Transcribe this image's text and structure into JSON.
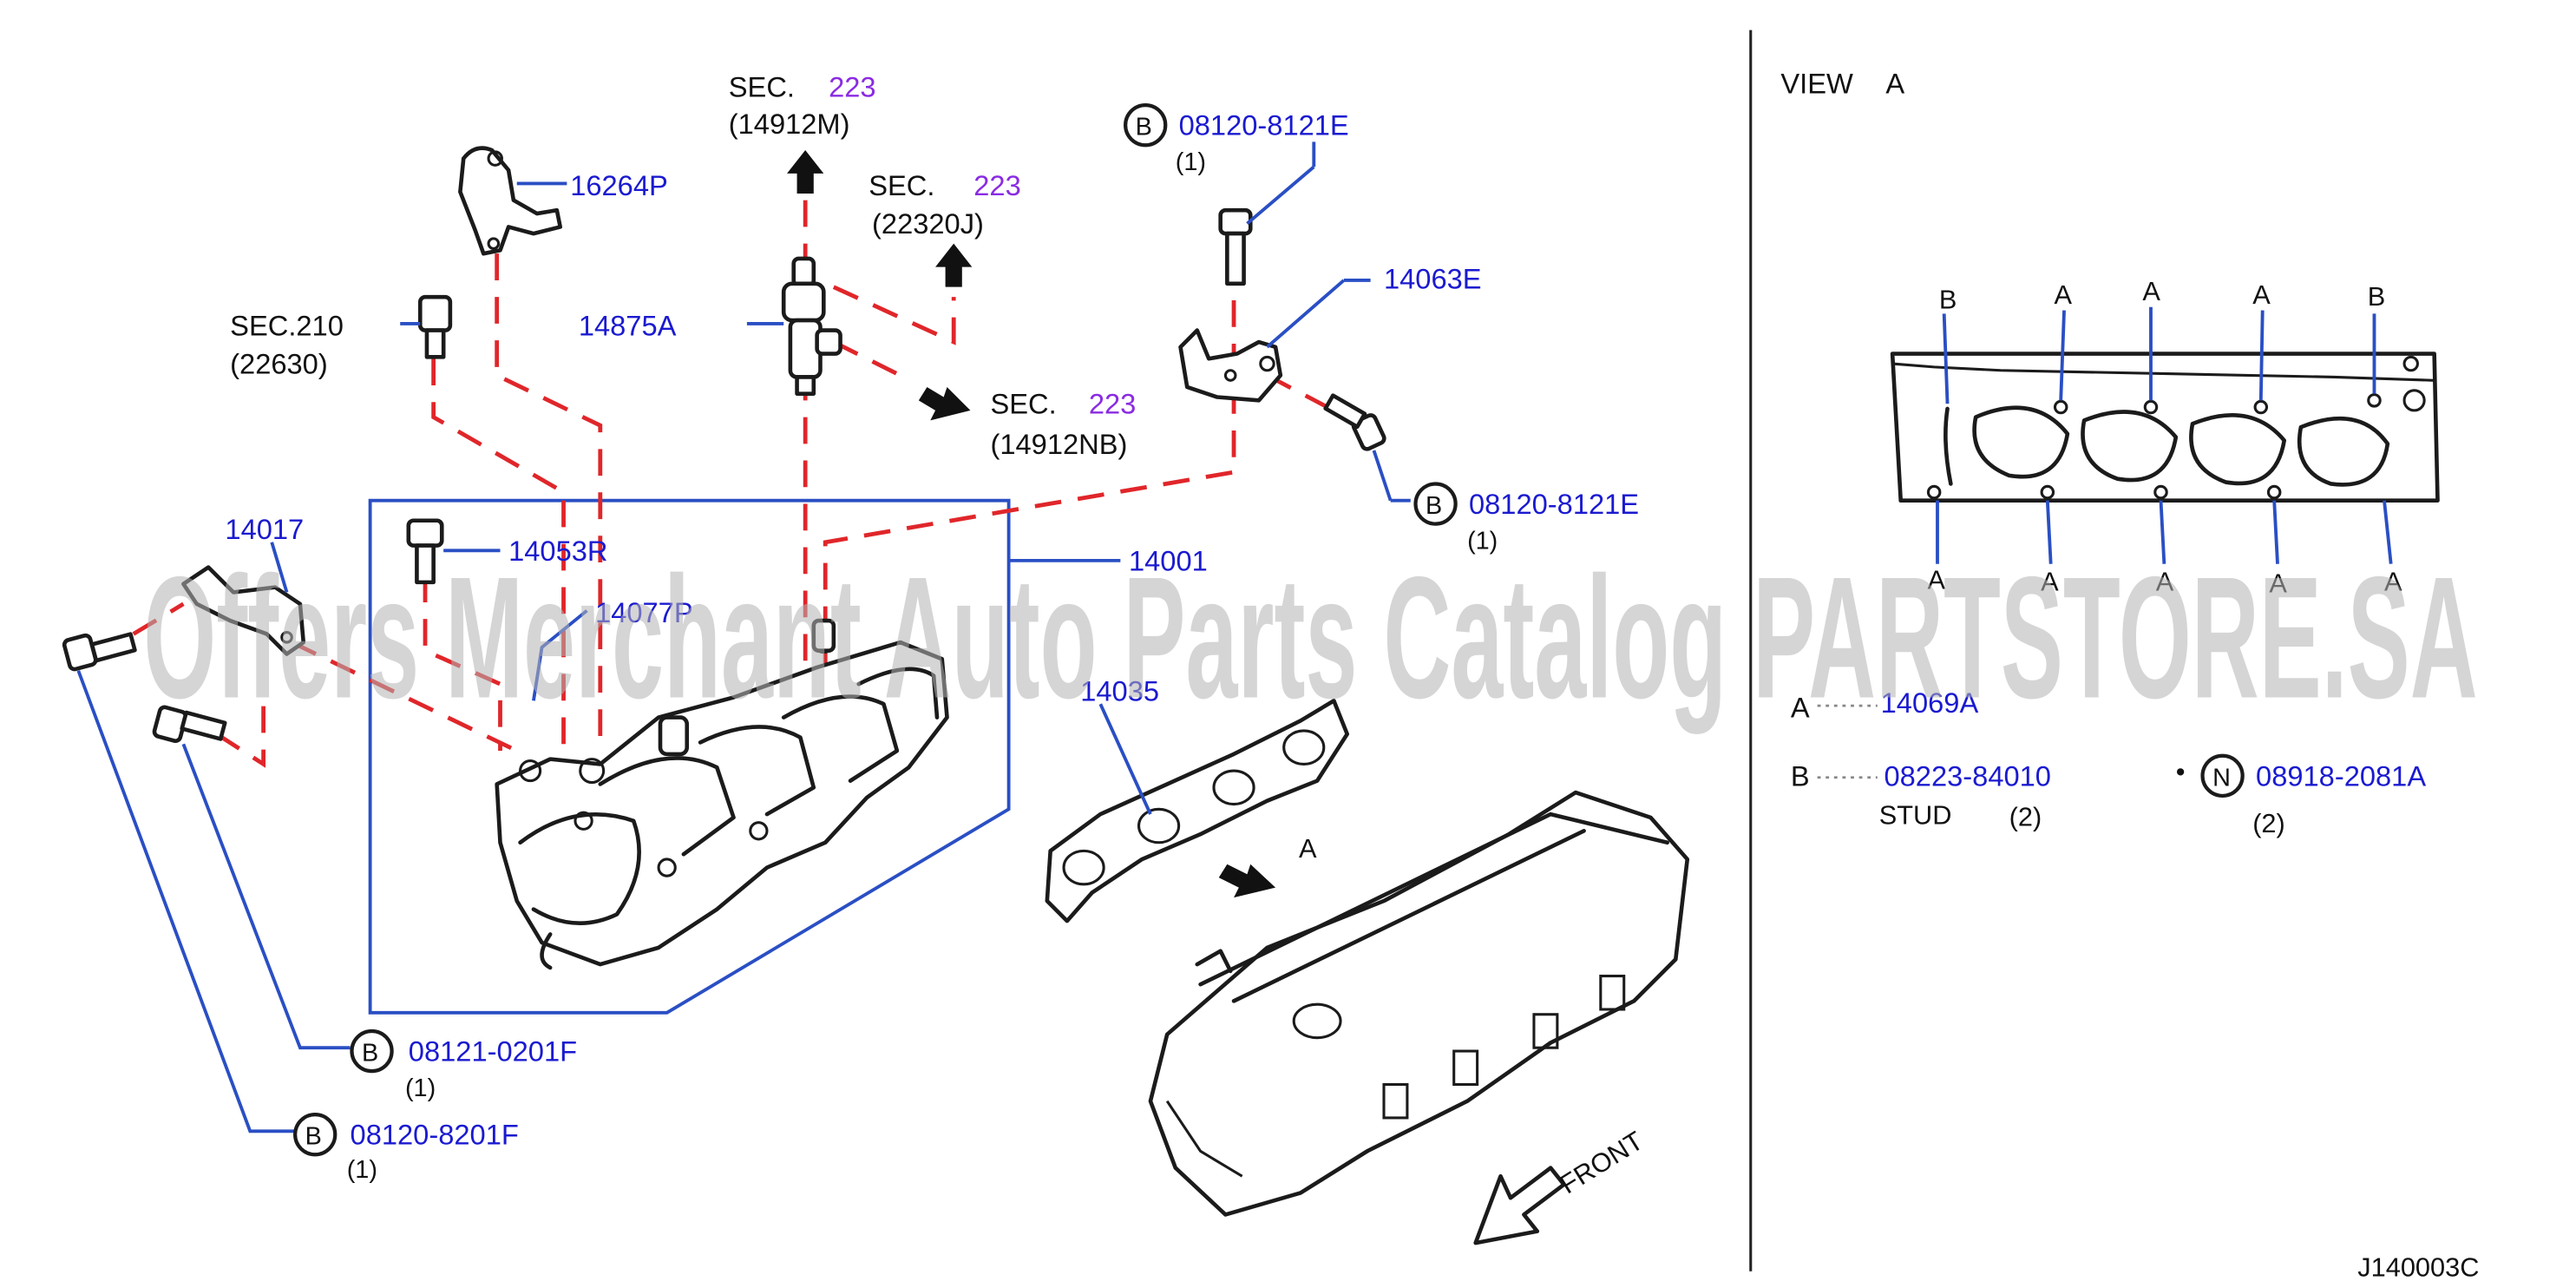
{
  "labels": {
    "sec223_top": "SEC.",
    "sec223_top_num": "223",
    "sec223_top_ref": "(14912M)",
    "sec223_mid": "SEC.",
    "sec223_mid_num": "223",
    "sec223_mid_ref": "(22320J)",
    "sec223_bot": "SEC.",
    "sec223_bot_num": "223",
    "sec223_bot_ref": "(14912NB)",
    "sec210": "SEC.210",
    "sec210_ref": "(22630)",
    "p16264P": "16264P",
    "p14875A": "14875A",
    "p14063E": "14063E",
    "p14017": "14017",
    "p14053R": "14053R",
    "p14077P": "14077P",
    "p14001": "14001",
    "p14035": "14035",
    "b_circle": "B",
    "p08120_8121E_top": "08120-8121E",
    "qty_top": "(1)",
    "p08120_8121E_right": "08120-8121E",
    "qty_right": "(1)",
    "p08121_0201F": "08121-0201F",
    "qty_0201F": "(1)",
    "p08120_8201F": "08120-8201F",
    "qty_8201F": "(1)",
    "arrow_a": "A",
    "front": "FRONT"
  },
  "view_a": {
    "title": "VIEW",
    "title_letter": "A",
    "head_top_letters": [
      "B",
      "A",
      "A",
      "A",
      "B"
    ],
    "head_bottom_letters": [
      "A",
      "A",
      "A",
      "A",
      "A"
    ]
  },
  "legend": {
    "a_key": "A",
    "a_part": "14069A",
    "b_key": "B",
    "b_part": "08223-84010",
    "b_desc": "STUD",
    "b_qty": "(2)",
    "n_bullet": "•",
    "n_key": "N",
    "n_part": "08918-2081A",
    "n_qty": "(2)"
  },
  "diagram_code": "J140003C",
  "watermark": "Offers Merchant Auto Parts Catalog PARTSTORE.SA",
  "colors": {
    "part_number": "#1a1ad0",
    "section_number": "#8a2be2",
    "leader_line": "#2a4fc4",
    "dash_line": "#e0262a",
    "ink": "#1b1b1b"
  }
}
